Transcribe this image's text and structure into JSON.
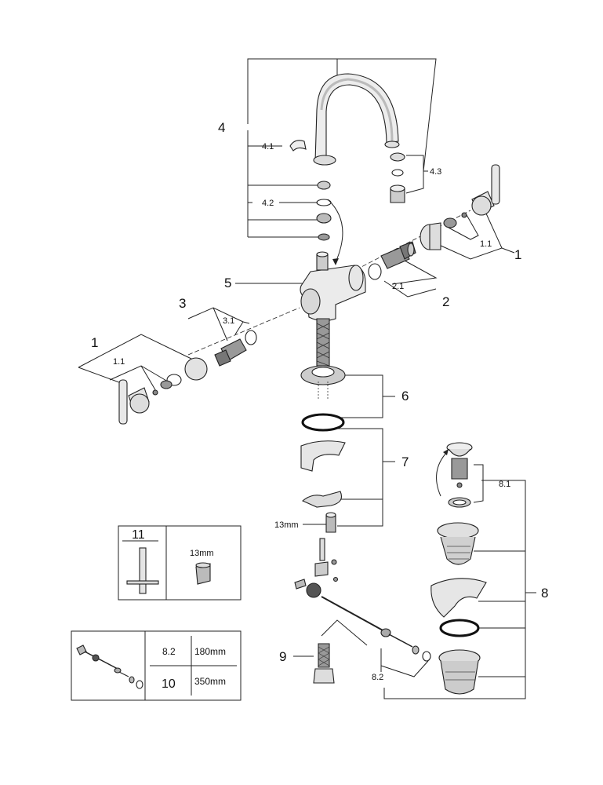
{
  "callouts": {
    "c1_right": "1",
    "c1_1_right": "1.1",
    "c2": "2",
    "c2_1": "2.1",
    "c3": "3",
    "c3_1": "3.1",
    "c1_left": "1",
    "c1_1_left": "1.1",
    "c4": "4",
    "c4_1": "4.1",
    "c4_2": "4.2",
    "c4_3": "4.3",
    "c5": "5",
    "c6": "6",
    "c7": "7",
    "c7_size": "13mm",
    "c8": "8",
    "c8_1": "8.1",
    "c8_2": "8.2",
    "c9": "9"
  },
  "tool_box": {
    "number": "11",
    "size": "13mm"
  },
  "rod_table": {
    "row1_part": "8.2",
    "row1_len": "180mm",
    "row2_part": "10",
    "row2_len": "350mm"
  }
}
